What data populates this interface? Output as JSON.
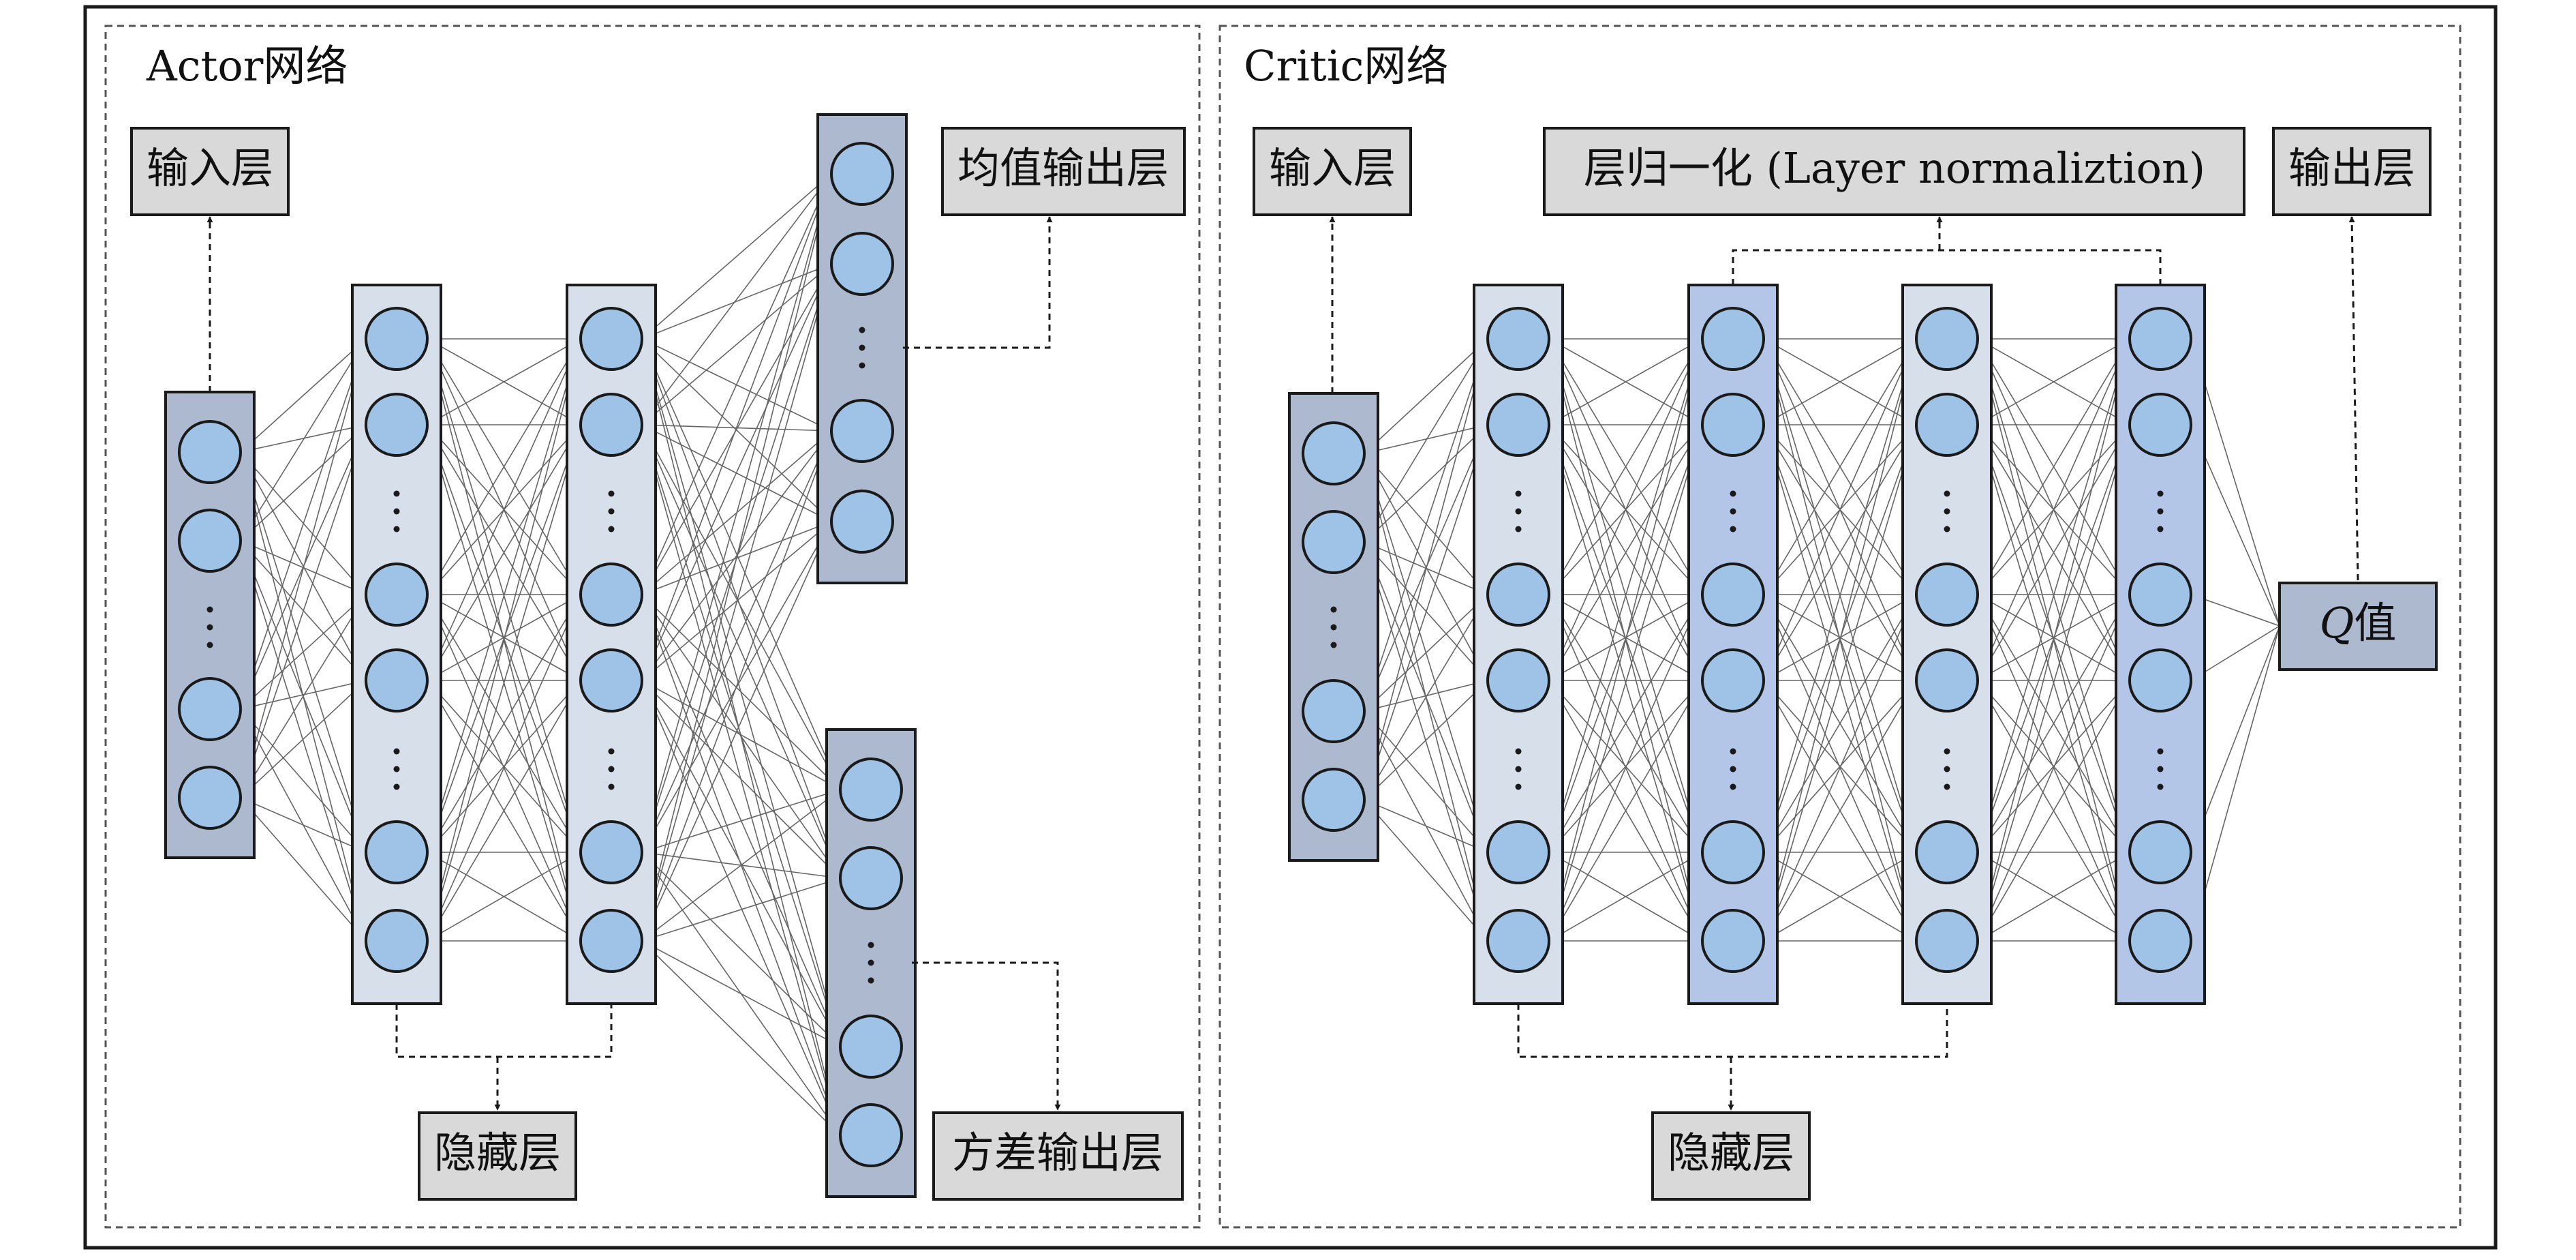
{
  "actor": {
    "title": "Actor网络",
    "input_label": "输入层",
    "hidden_label": "隐藏层",
    "mean_label": "均值输出层",
    "var_label": "方差输出层"
  },
  "critic": {
    "title": "Critic网络",
    "input_label": "输入层",
    "hidden_label": "隐藏层",
    "layernorm_label": "层归一化 (Layer normaliztion)",
    "output_label": "输出层",
    "q_label_italic": "Q",
    "q_label_rest": "值"
  },
  "colors": {
    "node_fill": "#9fc3e6",
    "dark_column": "#adb9ce",
    "light_column": "#d7dfea",
    "norm_column": "#b3c6e8",
    "label_box": "#d9d9d9",
    "q_box": "#adb9ce",
    "edge": "#666666",
    "stroke": "#1a1a1a"
  }
}
